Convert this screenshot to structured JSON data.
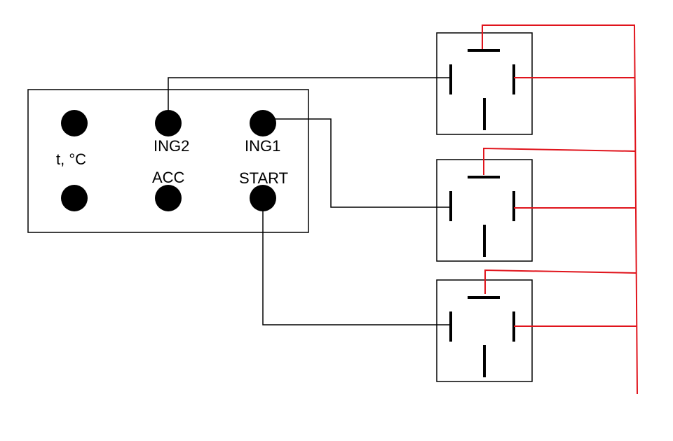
{
  "colors": {
    "background": "#ffffff",
    "outline": "#000000",
    "signal_wire": "#000000",
    "power_wire": "#e0141c"
  },
  "controller": {
    "labels": {
      "temperature": "t, °C",
      "ing2": "ING2",
      "ing1": "ING1",
      "acc": "ACC",
      "start": "START"
    }
  },
  "relays": [
    {
      "connected_to": "ING2"
    },
    {
      "connected_to": "ING1"
    },
    {
      "connected_to": "START"
    }
  ]
}
